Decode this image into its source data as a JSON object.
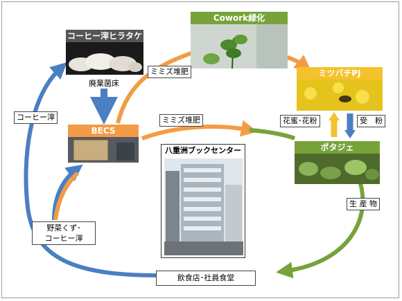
{
  "colors": {
    "blue": "#4a7fc1",
    "orange": "#f39c45",
    "green": "#77a33a",
    "yellow": "#f4c22b",
    "gray_header": "#444444"
  },
  "nodes": {
    "coffee": {
      "label": "コーヒー滓ヒラタケ"
    },
    "cowork": {
      "label": "Cowork緑化"
    },
    "mitsubachi": {
      "label": "ミツバチPJ"
    },
    "becs": {
      "label": "BECS"
    },
    "potager": {
      "label": "ポタジェ"
    },
    "bookcenter": {
      "label": "八重洲ブックセンター"
    }
  },
  "edge_labels": {
    "haiki": "廃棄菌床",
    "mimizu_top": "ミミズ堆肥",
    "mimizu_mid": "ミミズ堆肥",
    "coffee_kasu": "コーヒー滓",
    "kamitsu": "花蜜･花粉",
    "jufun": "受　粉",
    "seisanbutsu": "生 産 物",
    "yasai_line1": "野菜くず･",
    "yasai_line2": "コーヒー滓",
    "inshoku": "飲食店･社員食堂"
  }
}
